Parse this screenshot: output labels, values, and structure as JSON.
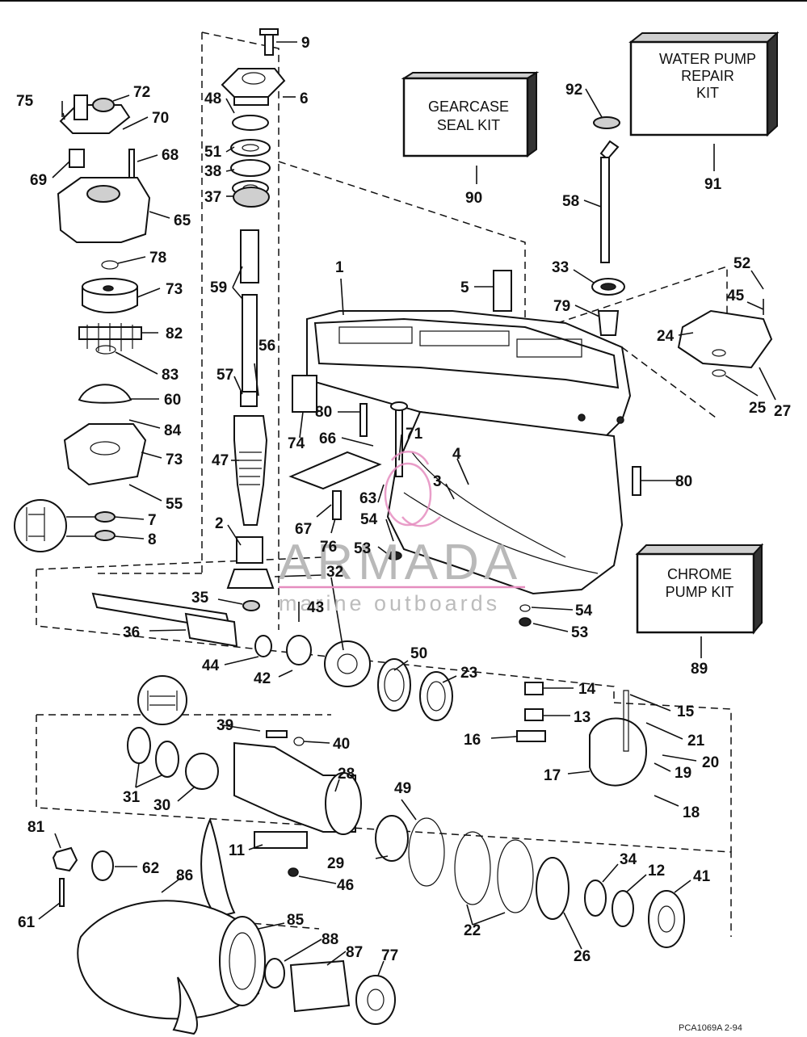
{
  "kits": {
    "gearcase_seal": {
      "line1": "GEARCASE",
      "line2": "SEAL KIT",
      "number": "90"
    },
    "water_pump_repair": {
      "line1": "WATER PUMP",
      "line2": "REPAIR",
      "line3": "KIT",
      "number": "91"
    },
    "chrome_pump": {
      "line1": "CHROME",
      "line2": "PUMP KIT",
      "number": "89"
    }
  },
  "watermark": {
    "brand": "ARMADA",
    "tagline": "marine outboards"
  },
  "drawing_code": "PCA1069A  2-94",
  "callouts": {
    "c1": "1",
    "c2": "2",
    "c3": "3",
    "c4": "4",
    "c5": "5",
    "c6": "6",
    "c7": "7",
    "c8": "8",
    "c9": "9",
    "c11": "11",
    "c12": "12",
    "c13": "13",
    "c14": "14",
    "c15": "15",
    "c16": "16",
    "c17": "17",
    "c18": "18",
    "c19": "19",
    "c20": "20",
    "c21": "21",
    "c22": "22",
    "c23": "23",
    "c24": "24",
    "c25": "25",
    "c26": "26",
    "c27": "27",
    "c28": "28",
    "c29": "29",
    "c30": "30",
    "c31": "31",
    "c32": "32",
    "c33": "33",
    "c34": "34",
    "c35": "35",
    "c36": "36",
    "c37": "37",
    "c38": "38",
    "c39": "39",
    "c40": "40",
    "c41": "41",
    "c42": "42",
    "c43": "43",
    "c44": "44",
    "c45": "45",
    "c46": "46",
    "c47": "47",
    "c48": "48",
    "c49": "49",
    "c50": "50",
    "c51": "51",
    "c52": "52",
    "c53a": "53",
    "c53b": "53",
    "c54a": "54",
    "c54b": "54",
    "c55": "55",
    "c56": "56",
    "c57": "57",
    "c58": "58",
    "c59": "59",
    "c60": "60",
    "c61": "61",
    "c62": "62",
    "c63": "63",
    "c65": "65",
    "c66": "66",
    "c67": "67",
    "c68": "68",
    "c69": "69",
    "c70": "70",
    "c71": "71",
    "c72": "72",
    "c73a": "73",
    "c73b": "73",
    "c74": "74",
    "c75": "75",
    "c76": "76",
    "c77": "77",
    "c78": "78",
    "c79": "79",
    "c80a": "80",
    "c80b": "80",
    "c81": "81",
    "c82": "82",
    "c83": "83",
    "c84": "84",
    "c85": "85",
    "c86": "86",
    "c87": "87",
    "c88": "88"
  }
}
